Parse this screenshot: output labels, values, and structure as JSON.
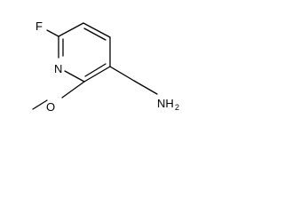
{
  "molecule": {
    "atoms": {
      "fluorine": "F",
      "nitrogen": "N",
      "oxygen": "O",
      "amine_n": "NH",
      "amine_h_count": "2"
    },
    "colors": {
      "ink": "#000000",
      "background": "#ffffff"
    }
  }
}
